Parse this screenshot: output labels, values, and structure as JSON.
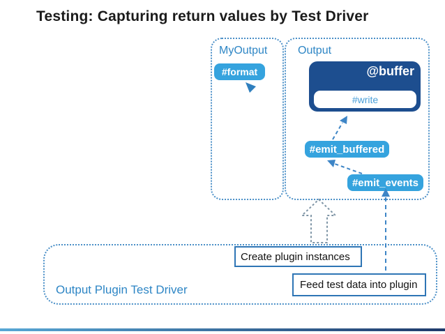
{
  "slide": {
    "title": "Testing: Capturing return values by Test Driver"
  },
  "diagram": {
    "myoutput_box": {
      "label": "MyOutput",
      "format_pill": "#format"
    },
    "output_box": {
      "label": "Output",
      "buffer_label": "@buffer",
      "write_label": "#write",
      "emit_buffered_pill": "#emit_buffered",
      "emit_events_pill": "#emit_events"
    },
    "driver_box": {
      "label": "Output Plugin Test Driver"
    },
    "annotations": {
      "create_plugins": "Create plugin instances",
      "feed_data": "Feed test data into plugin"
    },
    "icons": [
      "arrowhead-to-format-icon",
      "dashed-arrow-emit-buffered-to-write-icon",
      "dashed-arrow-emit-events-to-emit-buffered-icon",
      "dashed-arrow-feed-to-emit-events-icon",
      "hollow-up-arrow-icon"
    ]
  },
  "colors": {
    "title_text": "#1b1b1b",
    "class_label_blue": "#2e86c5",
    "pill_blue": "#35a3de",
    "buffer_navy": "#1d4e8f",
    "write_text_blue": "#4a9fd8",
    "dotted_border_blue": "#4a8fc7",
    "dashed_line_blue": "#3d85c6",
    "hollow_arrow_gray": "#7f95a6",
    "annotation_border_blue": "#2e75b5",
    "annotation_text": "#111111",
    "footer_gradient_left": "#57a7d5",
    "footer_gradient_right": "#1f3a6b",
    "background": "#ffffff"
  }
}
